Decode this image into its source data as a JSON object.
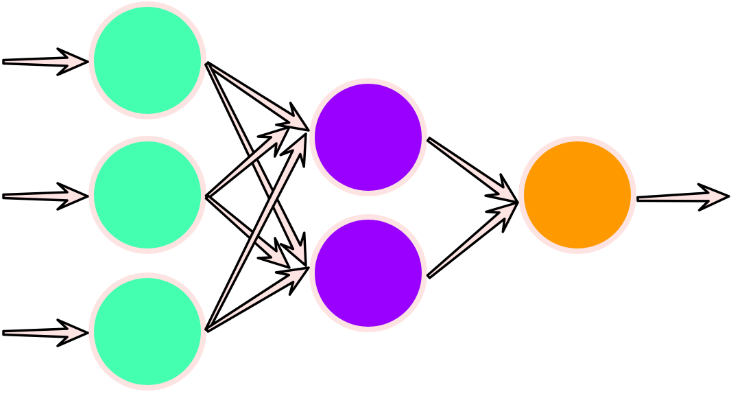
{
  "colors": {
    "input_node": "#44ffaf",
    "hidden_node": "#9900ff",
    "output_node": "#ff9900",
    "node_ring": "#fde3e1",
    "arrow_fill": "#fde3e1",
    "arrow_stroke": "#000000"
  },
  "layers": [
    {
      "name": "input",
      "node_count": 3
    },
    {
      "name": "hidden",
      "node_count": 2
    },
    {
      "name": "output",
      "node_count": 1
    }
  ],
  "connections": "fully-connected"
}
